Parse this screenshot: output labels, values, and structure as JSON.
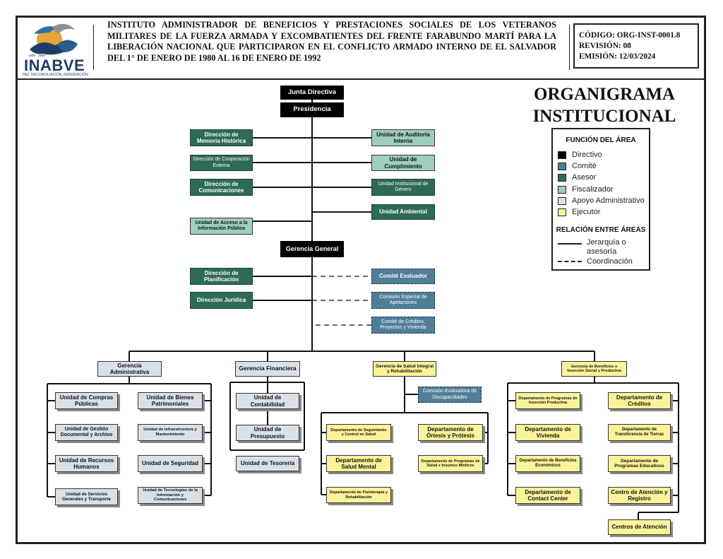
{
  "header": {
    "logo_text": "INABVE",
    "logo_years": "1980 · 1992",
    "logo_tagline": "PAZ, RECONCILIACIÓN, REINSERCIÓN",
    "institution": "INSTITUTO ADMINISTRADOR DE BENEFICIOS Y PRESTACIONES SOCIALES DE LOS VETERANOS MILITARES DE LA FUERZA ARMADA Y EXCOMBATIENTES DEL FRENTE FARABUNDO MARTÍ PARA LA LIBERACIÓN NACIONAL QUE PARTICIPARON EN EL CONFLICTO ARMADO INTERNO DE EL SALVADOR DEL 1° DE ENERO DE 1980 AL 16 DE ENERO DE 1992",
    "codigo": "CÓDIGO: ORG-INST-0001.8",
    "revision": "REVISIÓN: 08",
    "emision": "EMISIÓN: 12/03/2024"
  },
  "chart_title": [
    "ORGANIGRAMA",
    "INSTITUCIONAL"
  ],
  "legend": {
    "function_title": "FUNCIÓN DEL ÁREA",
    "functions": [
      {
        "label": "Directivo",
        "color": "#000000"
      },
      {
        "label": "Comité",
        "color": "#4f7e98"
      },
      {
        "label": "Asesor",
        "color": "#2e6b54"
      },
      {
        "label": "Fiscalizador",
        "color": "#9ecfbb"
      },
      {
        "label": "Apoyo Administrativo",
        "color": "#d8e1ea"
      },
      {
        "label": "Ejecutor",
        "color": "#fbf39a"
      }
    ],
    "relation_title": "RELACIÓN ENTRE ÁREAS",
    "relations": [
      {
        "label": "Jerarquía o asesoría",
        "style": "solid"
      },
      {
        "label": "Coordinación",
        "style": "dashed"
      }
    ]
  },
  "nodes": {
    "junta": "Junta Directiva",
    "presidencia": "Presidencia",
    "memoria": "Dirección de Memoria Histórica",
    "cooperacion": "Dirección de Cooperación Externa",
    "comunicaciones": "Dirección de Comunicaciones",
    "acceso": "Unidad de Acceso a la Información Pública",
    "auditoria": "Unidad de Auditoría Interna",
    "cumplimiento": "Unidad de Cumplimiento",
    "genero": "Unidad Institucional de Género",
    "ambiental": "Unidad Ambiental",
    "gerencia_general": "Gerencia General",
    "planificacion": "Dirección de Planificación",
    "juridica": "Dirección Jurídica",
    "comite_evaluador": "Comité Evaluador",
    "comision_apelaciones": "Comisión Especial de Apelaciones",
    "comite_creditos": "Comité de Créditos, Proyectos y Vivienda",
    "ger_admin": "Gerencia Administrativa",
    "ger_fin": "Gerencia Financiera",
    "ger_salud": "Gerencia de Salud Integral y Rehabilitación",
    "ger_benef": "Gerencia de Beneficios e Inserción Social y Productiva",
    "compras": "Unidad de Compras Públicas",
    "bienes": "Unidad de Bienes Patrimoniales",
    "gestion_doc": "Unidad de Gestión Documental y Archivo",
    "infraestructura": "Unidad de Infraestructura y Mantenimiento",
    "rrhh": "Unidad de Recursos Humanos",
    "seguridad": "Unidad de Seguridad",
    "servicios_gen": "Unidad de Servicios Generales y Transporte",
    "tic": "Unidad de Tecnologías de la Información y Comunicaciones",
    "contabilidad": "Unidad de Contabilidad",
    "presupuesto": "Unidad de Presupuesto",
    "tesoreria": "Unidad de Tesorería",
    "comision_discap": "Comisión Evaluadora de Discapacidades",
    "seguimiento": "Departamento de Seguimiento y Control en Salud",
    "ortesis": "Departamento de Órtesis y Prótesis",
    "salud_mental": "Departamento de Salud Mental",
    "programas_salud": "Departamento de Programas de Salud e Insumos Médicos",
    "fisioterapia": "Departamento de Fisioterapia y Rehabilitación",
    "insercion": "Departamento de Programas de Inserción Productiva",
    "creditos": "Departamento de Créditos",
    "vivienda": "Departamento de Vivienda",
    "tierras": "Departamento de Transferencia de Tierras",
    "benef_econ": "Departamento de Beneficios Económicos",
    "prog_educ": "Departamento de Programas Educativos",
    "contact": "Departamento de Contact Center",
    "centro_registro": "Centro de Atención y Registro",
    "centros": "Centros de Atención"
  }
}
